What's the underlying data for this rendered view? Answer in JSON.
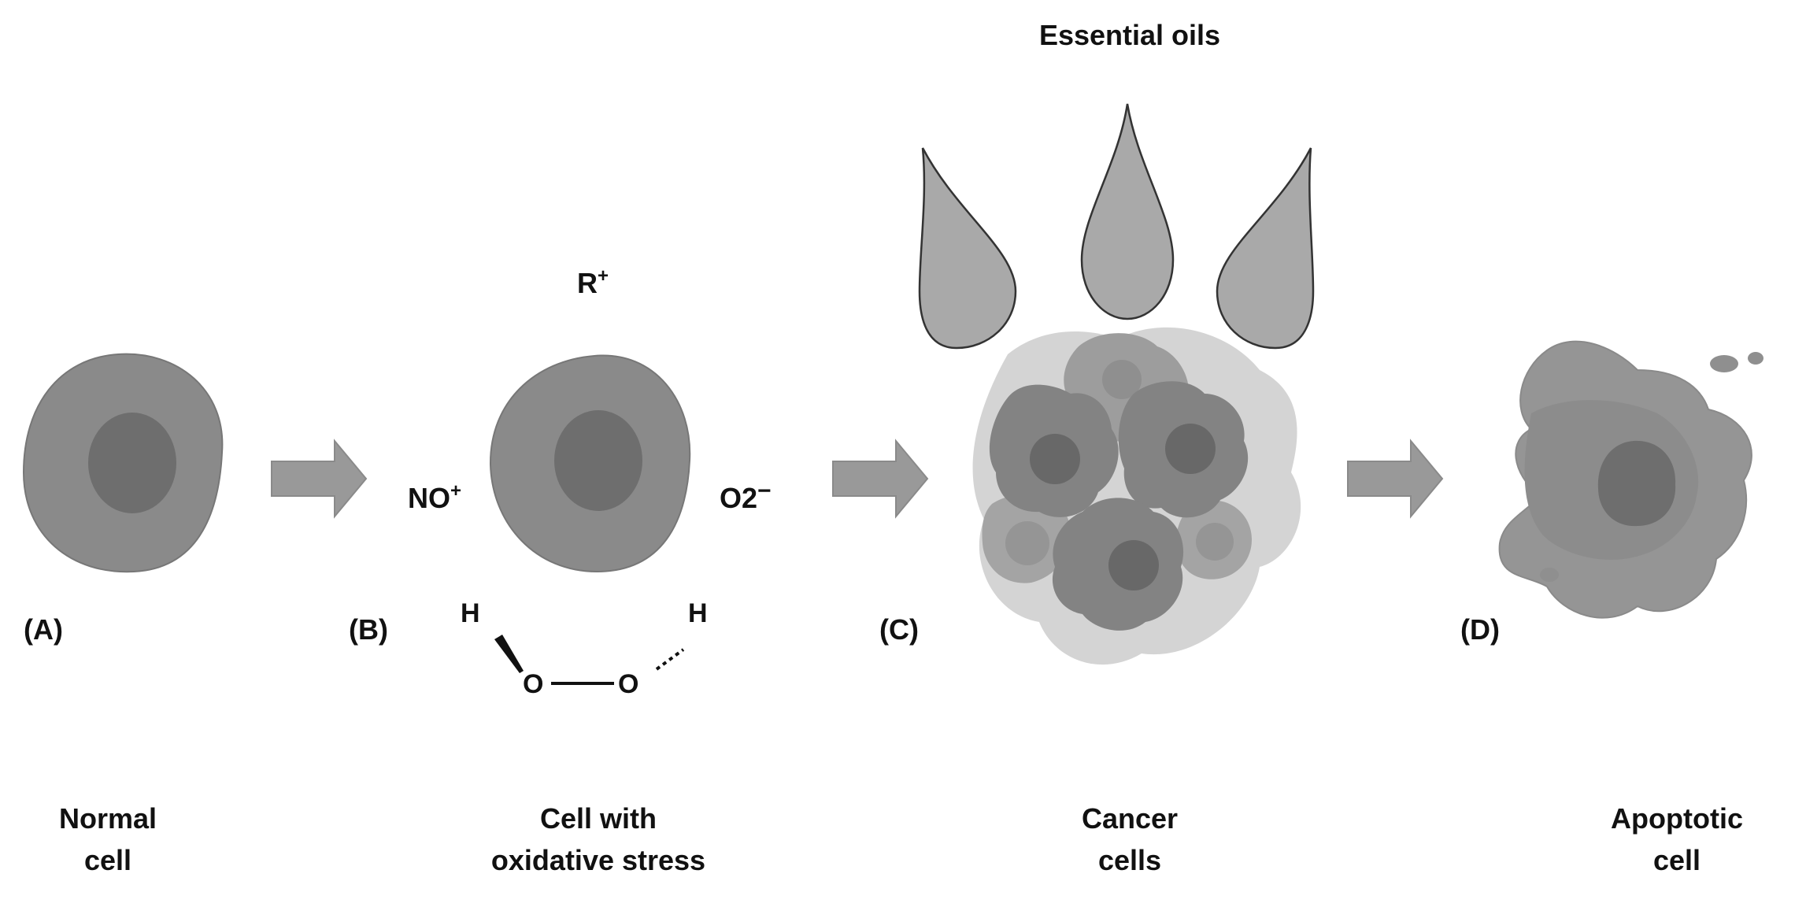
{
  "header": {
    "title": "Essential oils"
  },
  "panels": [
    {
      "letter": "(A)",
      "caption_line1": "Normal",
      "caption_line2": "cell"
    },
    {
      "letter": "(B)",
      "caption_line1": "Cell with",
      "caption_line2": "oxidative stress"
    },
    {
      "letter": "(C)",
      "caption_line1": "Cancer",
      "caption_line2": "cells"
    },
    {
      "letter": "(D)",
      "caption_line1": "Apoptotic",
      "caption_line2": "cell"
    }
  ],
  "radicals": {
    "r_plus": {
      "base": "R",
      "sup": "+"
    },
    "no_plus": {
      "base": "NO",
      "sup": "+"
    },
    "o2_minus": {
      "base": "O2",
      "sup": "−"
    }
  },
  "peroxide": {
    "h_left": "H",
    "o_left": "O",
    "o_right": "O",
    "h_right": "H"
  },
  "colors": {
    "cell_body": "#8a8a8a",
    "nucleus": "#6e6e6e",
    "arrow": "#999999",
    "drop": "#a9a9a9",
    "text": "#111111"
  }
}
